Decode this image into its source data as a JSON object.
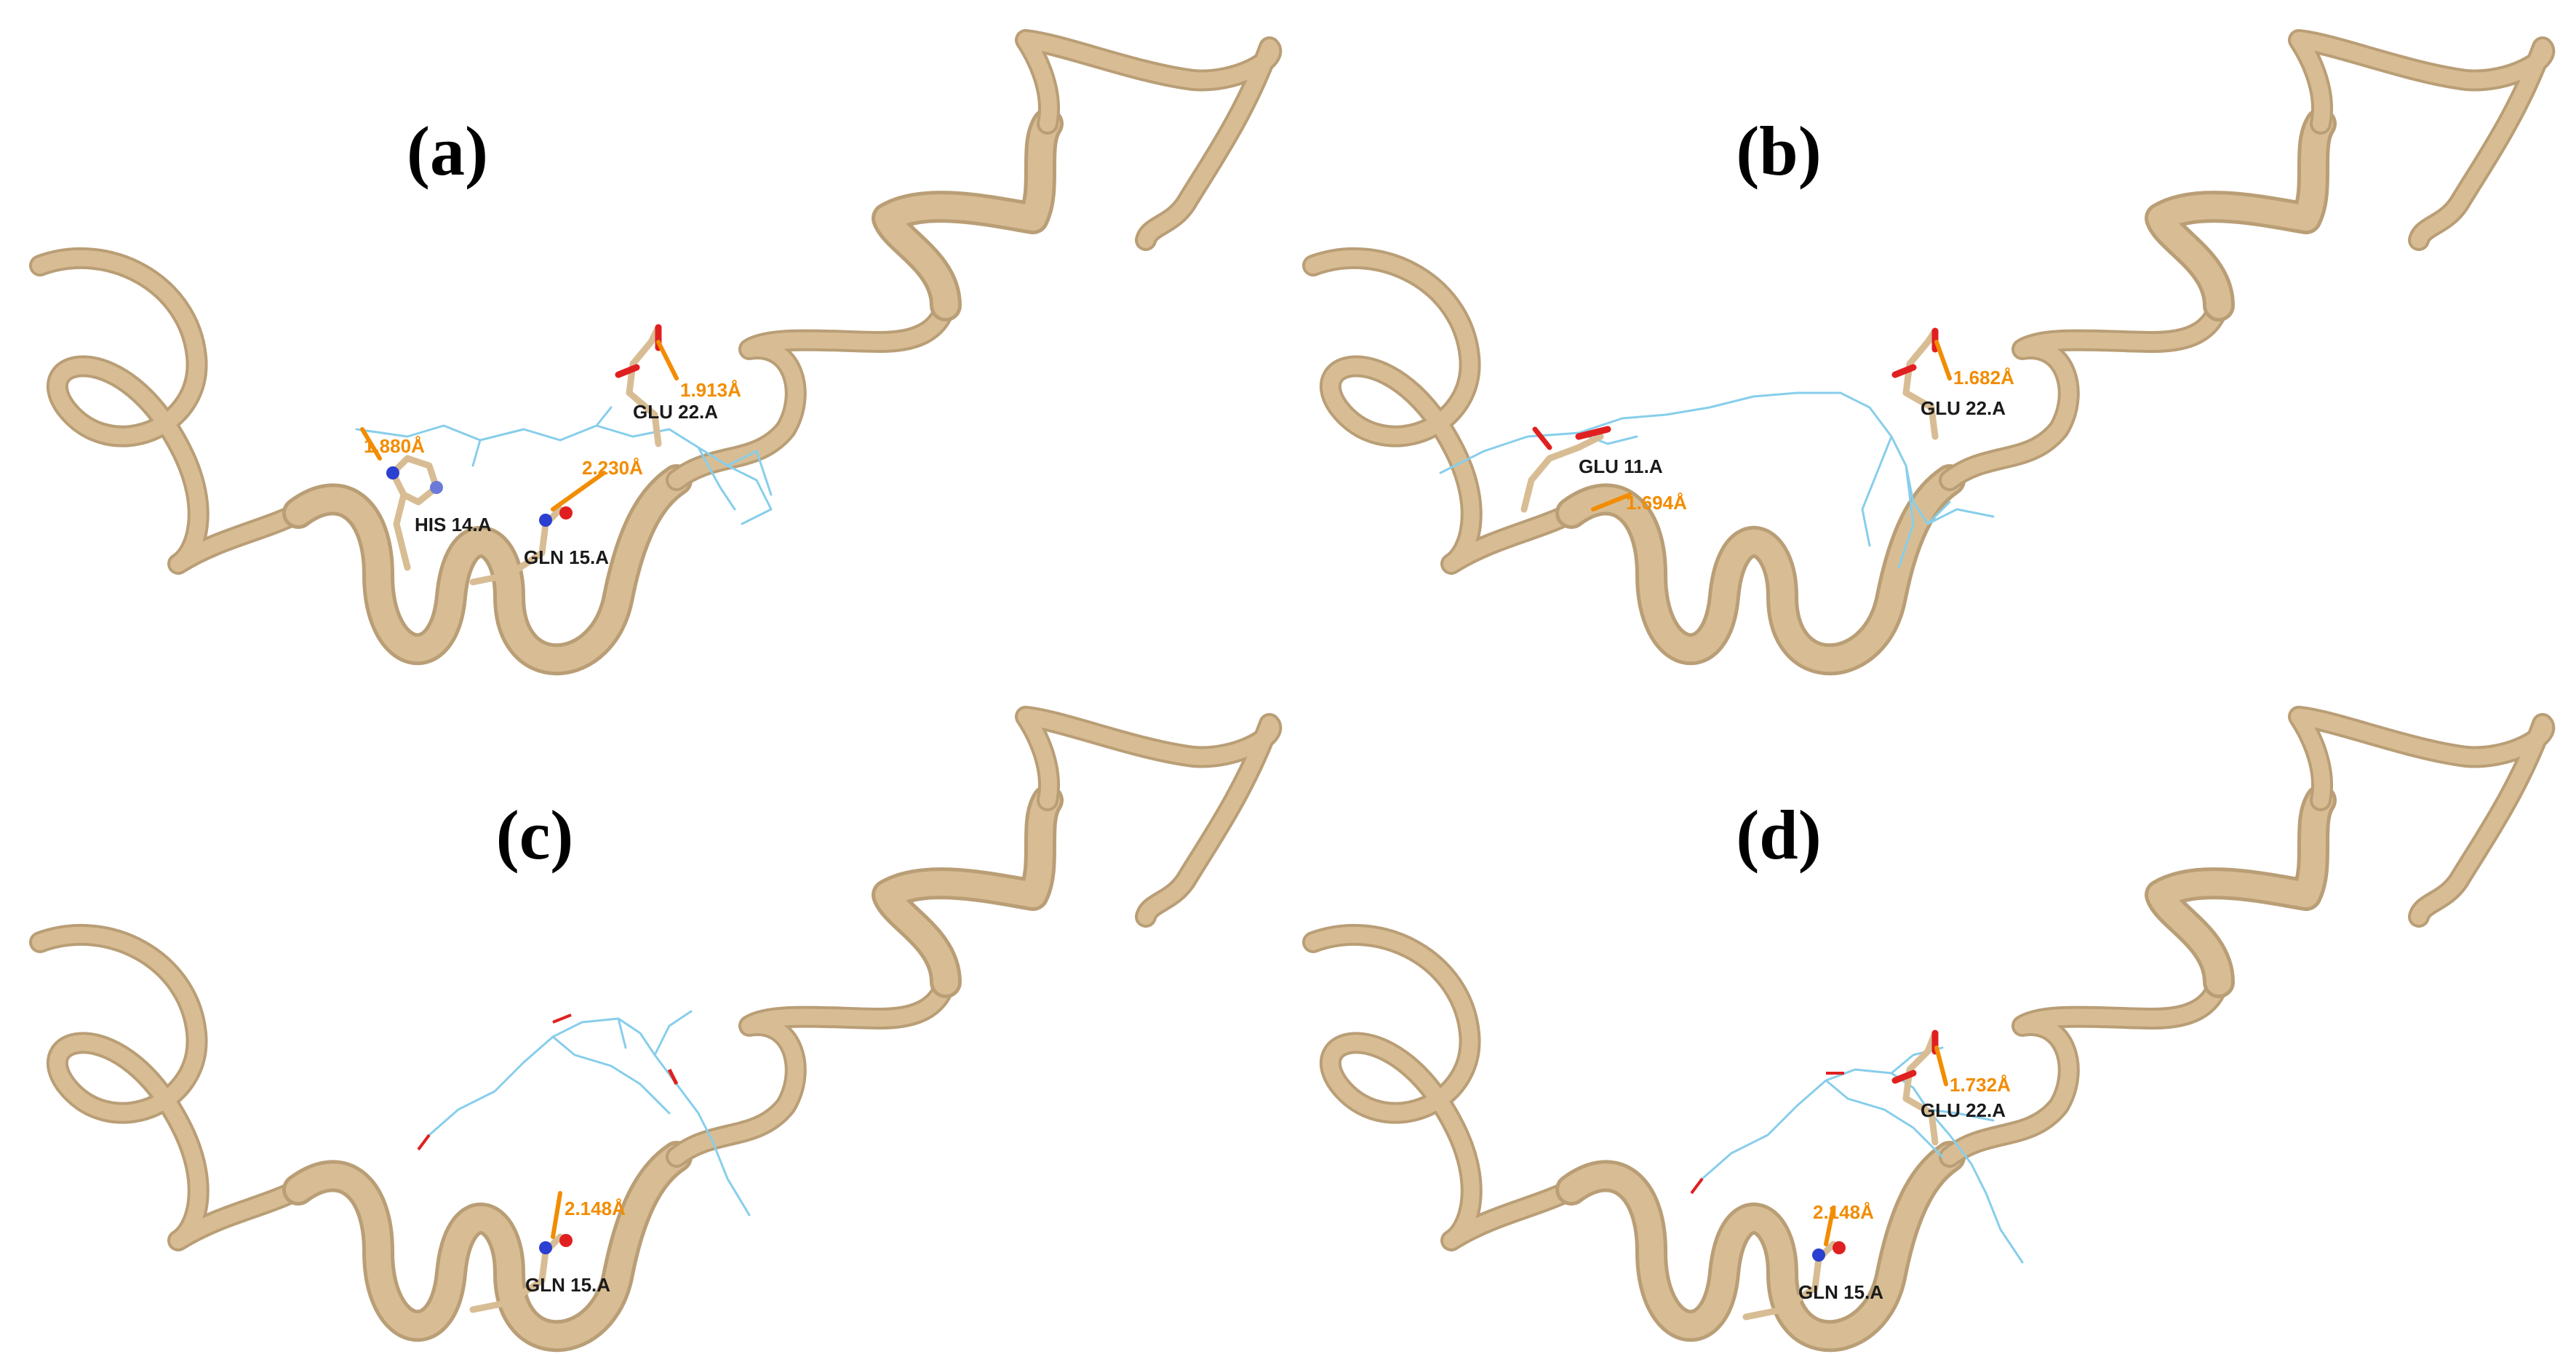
{
  "colors": {
    "ribbon": "#d8bd94",
    "ribbon_edge": "#b99e76",
    "ligand": "#87ceeb",
    "oxygen": "#e02020",
    "nitrogen": "#2b3fd1",
    "hbond": "#f28c00",
    "label": "#1a1a1a"
  },
  "panels": [
    {
      "letter": "(a)",
      "residues": [
        {
          "text": "GLU 22.A"
        },
        {
          "text": "HIS 14.A"
        },
        {
          "text": "GLN 15.A"
        }
      ],
      "distances": [
        {
          "text": "1.913Å"
        },
        {
          "text": "1.880Å"
        },
        {
          "text": "2.230Å"
        }
      ]
    },
    {
      "letter": "(b)",
      "residues": [
        {
          "text": "GLU 22.A"
        },
        {
          "text": "GLU 11.A"
        }
      ],
      "distances": [
        {
          "text": "1.682Å"
        },
        {
          "text": "1.694Å"
        }
      ]
    },
    {
      "letter": "(c)",
      "residues": [
        {
          "text": "GLN 15.A"
        }
      ],
      "distances": [
        {
          "text": "2.148Å"
        }
      ]
    },
    {
      "letter": "(d)",
      "residues": [
        {
          "text": "GLU 22.A"
        },
        {
          "text": "GLN 15.A"
        }
      ],
      "distances": [
        {
          "text": "1.732Å"
        },
        {
          "text": "2.148Å"
        }
      ]
    }
  ]
}
